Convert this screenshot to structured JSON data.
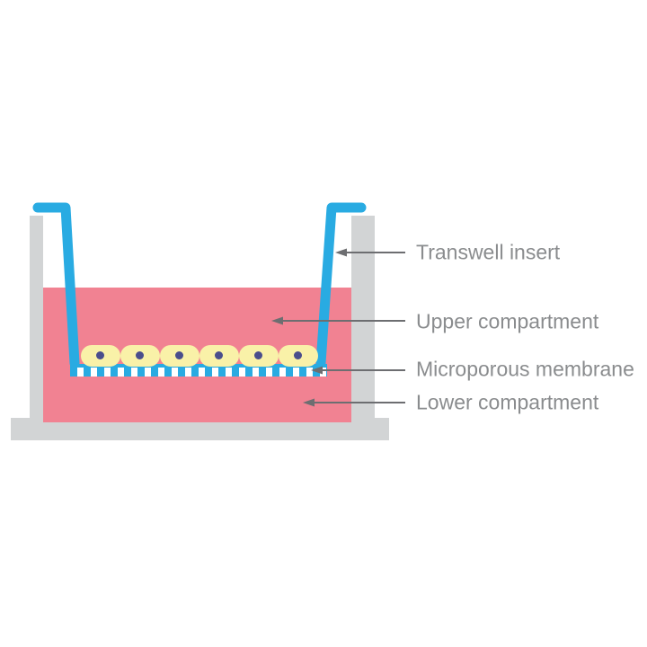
{
  "labels": {
    "transwell_insert": "Transwell insert",
    "upper_compartment": "Upper compartment",
    "microporous_membrane": "Microporous membrane",
    "lower_compartment": "Lower compartment"
  },
  "cells": {
    "count": 6
  },
  "colors": {
    "insert_blue": "#29ABE2",
    "medium_pink": "#F18292",
    "well_gray": "#D2D4D5",
    "cell_yellow": "#F9F1A8",
    "nucleus_indigo": "#4A4D8C",
    "arrow_gray": "#6D6E71",
    "label_gray": "#8A8C8E",
    "membrane_pore_white": "#FFFFFF",
    "background": "#FFFFFF"
  }
}
